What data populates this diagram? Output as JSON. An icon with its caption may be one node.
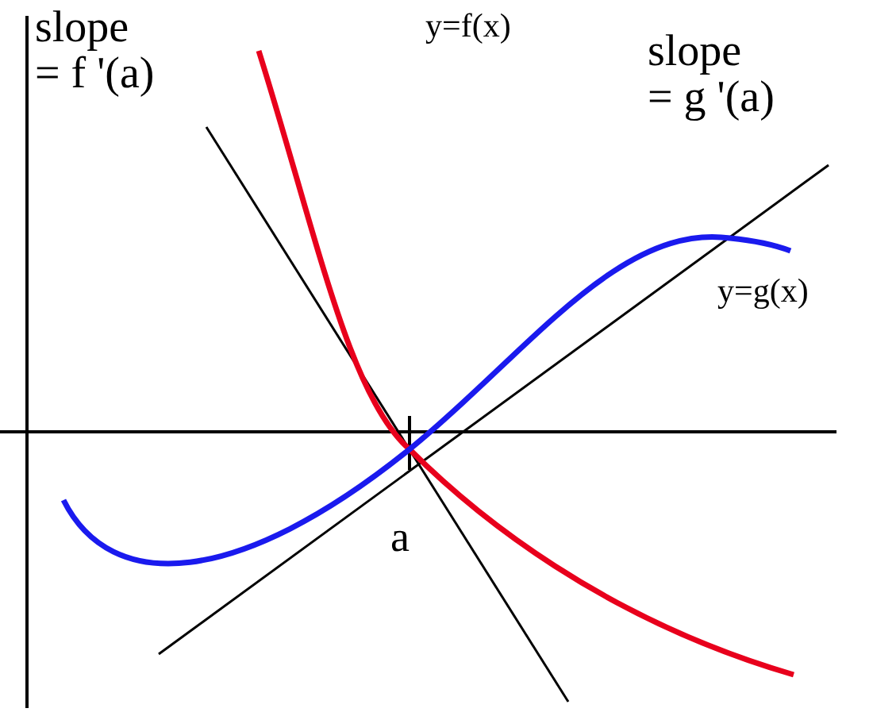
{
  "diagram": {
    "labels": [
      "slope = f '(a)",
      "y=f(x)",
      "slope = g '(a)",
      "y=g(x)",
      "a"
    ]
  }
}
